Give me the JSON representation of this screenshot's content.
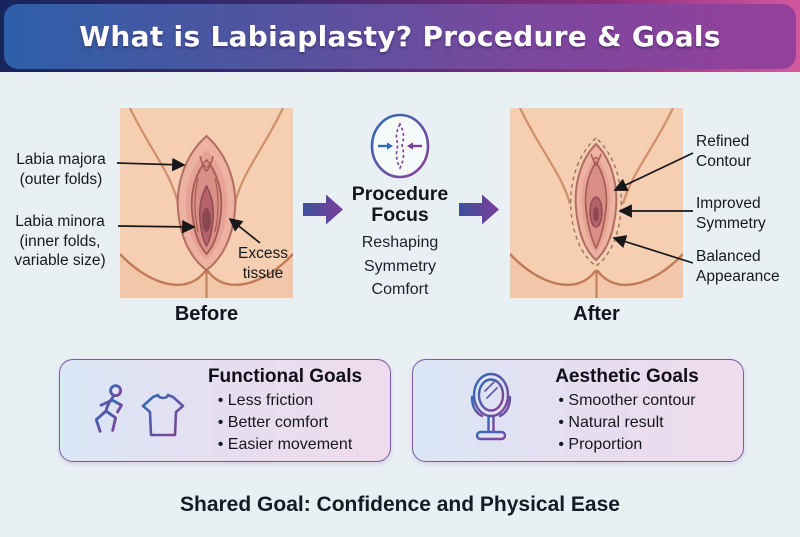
{
  "title": "What is Labiaplasty? Procedure & Goals",
  "before": {
    "caption": "Before",
    "labels": {
      "majora": {
        "l1": "Labia majora",
        "l2": "(outer folds)"
      },
      "minora": {
        "l1": "Labia minora",
        "l2": "(inner folds,",
        "l3": "variable size)"
      },
      "excess": {
        "l1": "Excess",
        "l2": "tissue"
      }
    }
  },
  "procedure": {
    "icon": "compress-reshape-icon",
    "title_l1": "Procedure",
    "title_l2": "Focus",
    "focus": [
      "Reshaping",
      "Symmetry",
      "Comfort"
    ]
  },
  "after": {
    "caption": "After",
    "labels": {
      "refined": {
        "l1": "Refined",
        "l2": "Contour"
      },
      "improved": {
        "l1": "Improved",
        "l2": "Symmetry"
      },
      "balanced": {
        "l1": "Balanced",
        "l2": "Appearance"
      }
    }
  },
  "goals": [
    {
      "title": "Functional Goals",
      "icons": [
        "runner-icon",
        "tshirt-icon"
      ],
      "bullets": [
        "Less friction",
        "Better comfort",
        "Easier movement"
      ]
    },
    {
      "title": "Aesthetic Goals",
      "icons": [
        "mirror-icon"
      ],
      "bullets": [
        "Smoother contour",
        "Natural result",
        "Proportion"
      ]
    }
  ],
  "footer": "Shared Goal: Confidence and Physical Ease",
  "colors": {
    "header_gradient_left": "#2d5fa9",
    "header_gradient_right": "#94409a",
    "header_border_left": "#16255c",
    "header_border_right": "#d4599f",
    "background": "#e8f0f4",
    "accent_blue": "#2f6cb5",
    "accent_purple": "#7b3e99",
    "box_border": "#7d58a6",
    "box_gradient_left": "#d9e7f6",
    "box_gradient_right": "#eedcec",
    "skin": "#f6cfb2",
    "labia_outer": "#eeb2a3",
    "labia_inner": "#d98e86",
    "labia_deep": "#b5626a",
    "text_dark": "#17181c"
  }
}
